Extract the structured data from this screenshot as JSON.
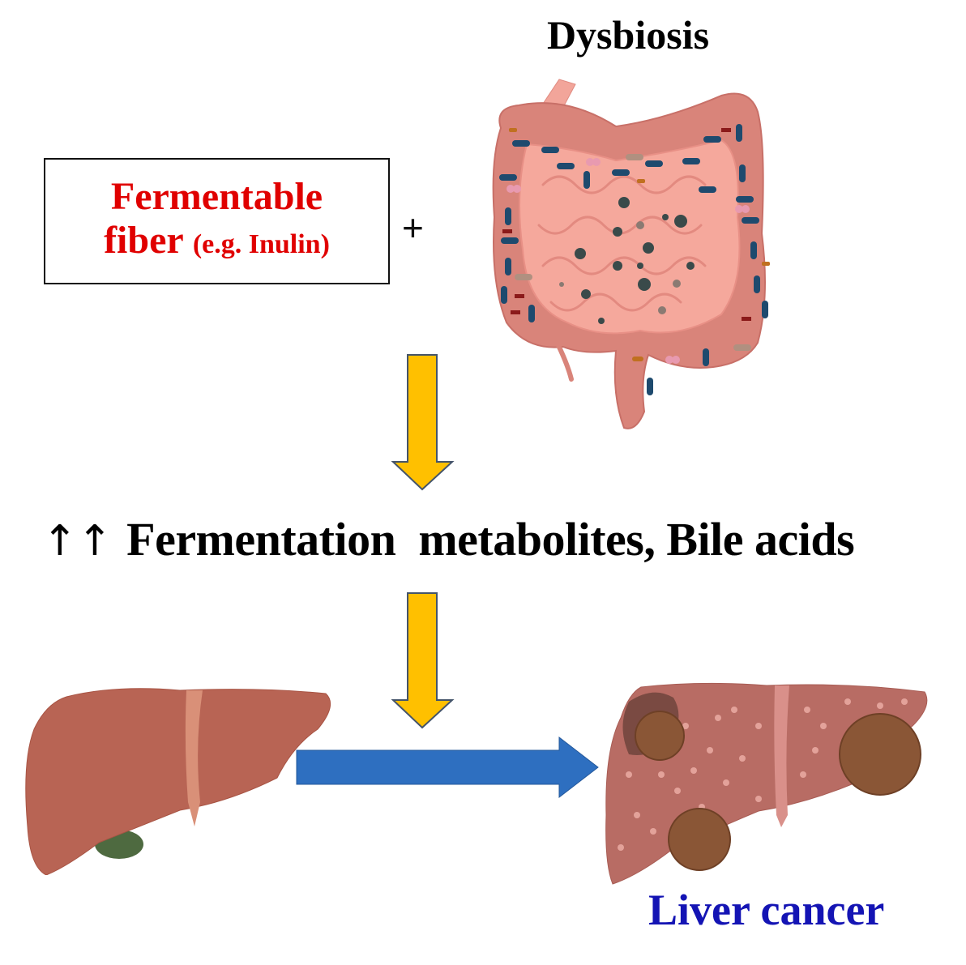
{
  "diagram": {
    "dysbiosis_label": "Dysbiosis",
    "fiber_box": {
      "line1": "Fermentable",
      "line2_main": "fiber",
      "line2_small": "(e.g. Inulin)"
    },
    "plus_sign": "+",
    "metabolites": {
      "arrows": "↑↑",
      "text": "Fermentation  metabolites, Bile acids"
    },
    "liver_cancer_label": "Liver cancer",
    "colors": {
      "fiber_text": "#e00000",
      "cancer_text": "#1414b4",
      "down_arrow_fill": "#ffc000",
      "down_arrow_stroke": "#44546a",
      "right_arrow_fill": "#2e6fc0",
      "healthy_liver": "#b86454",
      "intestine": "#f0a090",
      "colon": "#d88078"
    },
    "icons": [
      "intestine-illustration",
      "healthy-liver-illustration",
      "cancerous-liver-illustration",
      "down-arrow",
      "right-arrow"
    ]
  }
}
